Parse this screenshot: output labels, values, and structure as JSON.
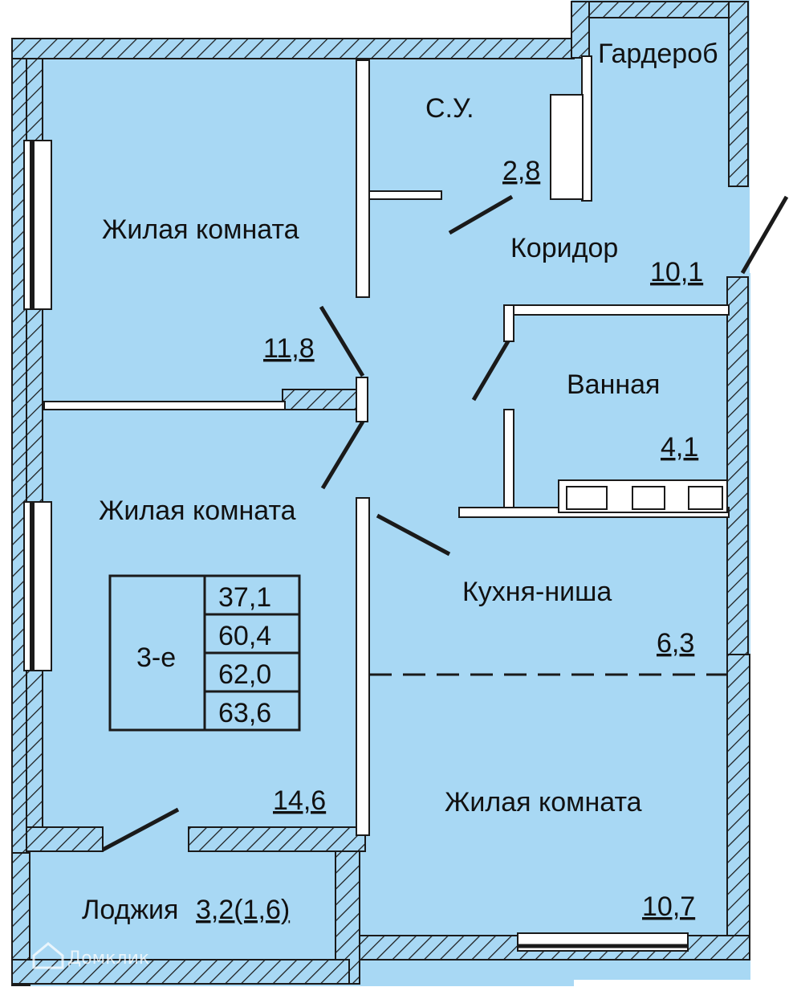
{
  "plan": {
    "rooms": [
      {
        "id": "living1",
        "label": "Жилая комната",
        "area": "11,8"
      },
      {
        "id": "living2",
        "label": "Жилая комната",
        "area": "14,6"
      },
      {
        "id": "living3",
        "label": "Жилая комната",
        "area": "10,7"
      },
      {
        "id": "wc",
        "label": "С.У.",
        "area": "2,8"
      },
      {
        "id": "wardrobe",
        "label": "Гардероб"
      },
      {
        "id": "corridor",
        "label": "Коридор",
        "area": "10,1"
      },
      {
        "id": "bath",
        "label": "Ванная",
        "area": "4,1"
      },
      {
        "id": "kitchen",
        "label": "Кухня-ниша",
        "area": "6,3"
      },
      {
        "id": "loggia",
        "label": "Лоджия",
        "area": "3,2(1,6)"
      }
    ],
    "summary": {
      "type": "3-е",
      "values": [
        "37,1",
        "60,4",
        "62,0",
        "63,6"
      ]
    },
    "watermark": "Домклик",
    "colors": {
      "floor": "#a8d8f4",
      "wall_fill": "#a8d8f4",
      "wall_stroke": "#1a1a1a",
      "background": "#ffffff"
    }
  }
}
